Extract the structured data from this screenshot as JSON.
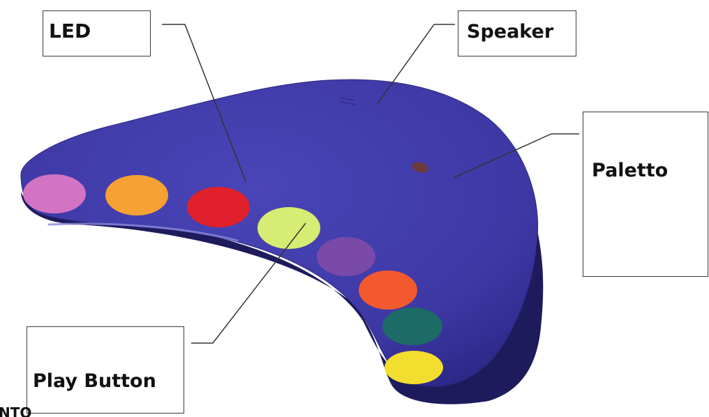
{
  "labels": {
    "led": "LED",
    "speaker": "Speaker",
    "paletto": "Paletto",
    "play_button": "Play Button"
  },
  "cut_off_text": "NTO",
  "colors": {
    "device_body": "#3f3aa8",
    "device_shadow": "#1d1a55",
    "buttons": [
      "#d373c3",
      "#f5a232",
      "#e0202a",
      "#d6ec72",
      "#7a4aa8",
      "#f2592e",
      "#1d6b67",
      "#f3dd2f"
    ],
    "led": "#6b3a3a"
  }
}
